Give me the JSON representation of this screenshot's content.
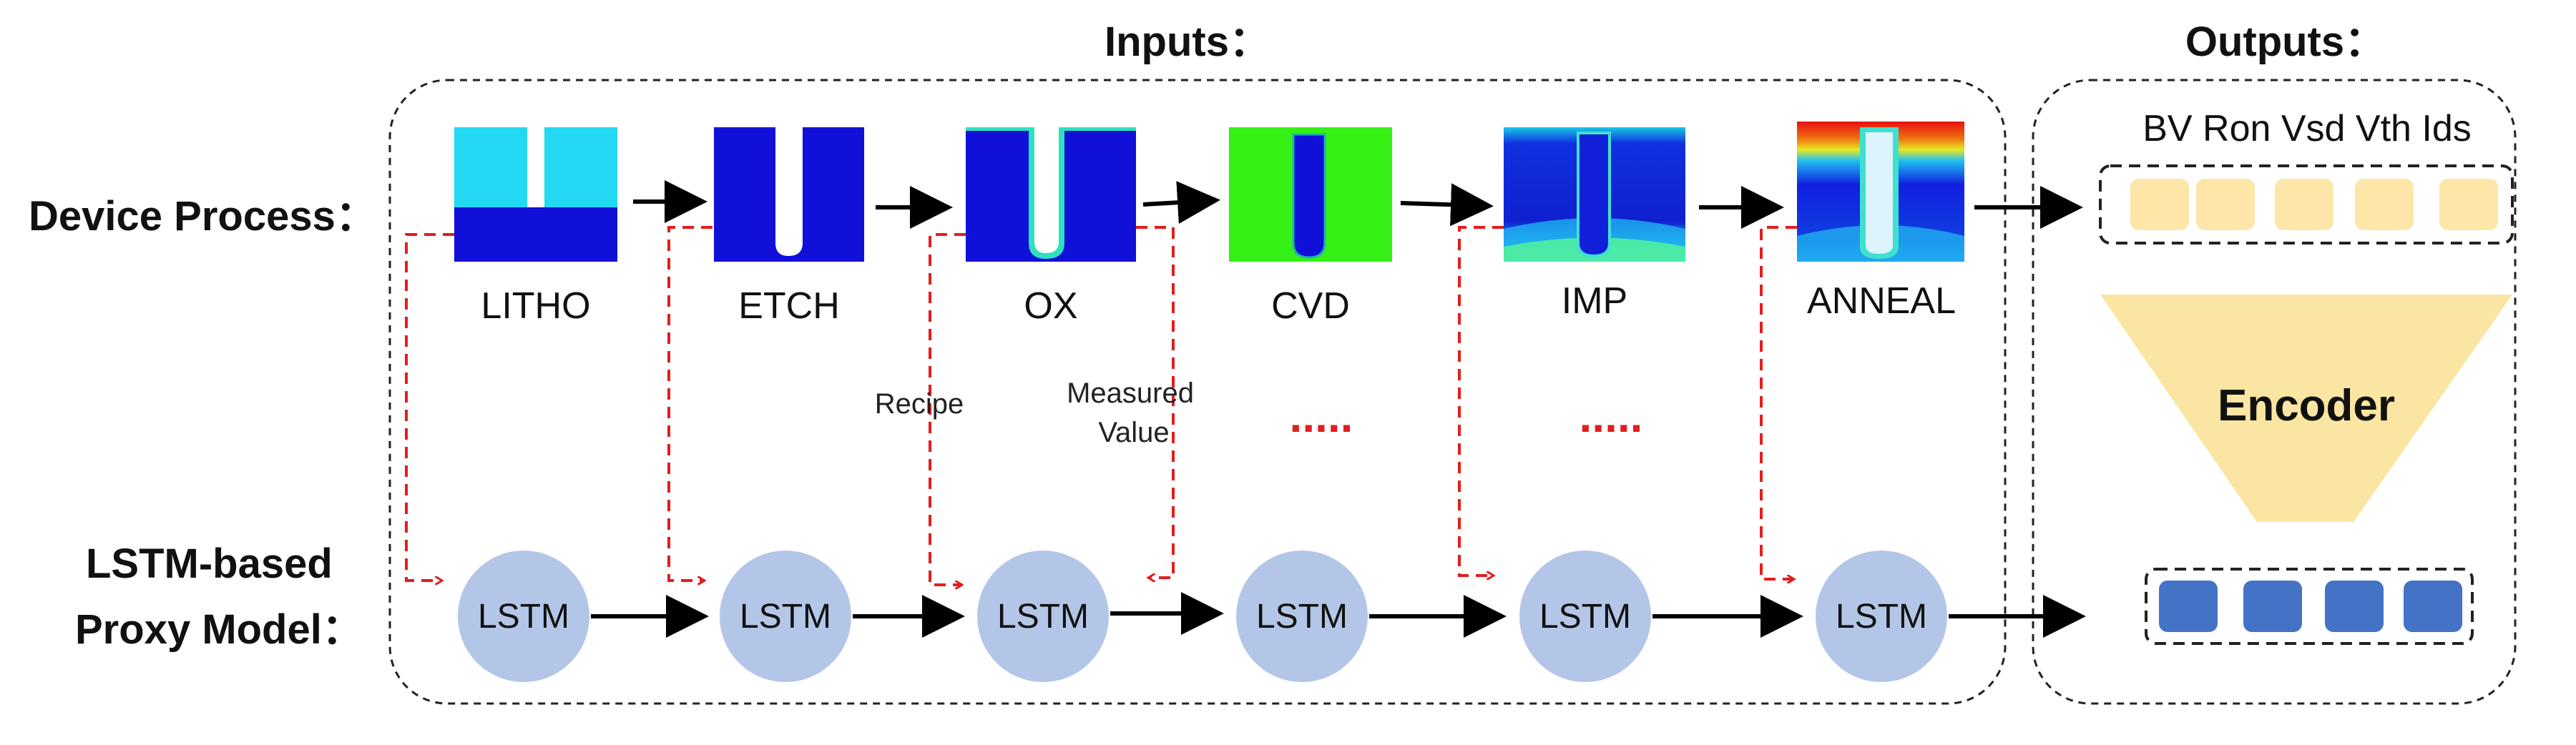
{
  "headers": {
    "inputs": "Inputs：",
    "outputs": "Outputs："
  },
  "row_labels": {
    "device_process": "Device Process：",
    "proxy_model_line1": "LSTM-based",
    "proxy_model_line2": "Proxy Model："
  },
  "steps": [
    {
      "label": "LITHO"
    },
    {
      "label": "ETCH"
    },
    {
      "label": "OX"
    },
    {
      "label": "CVD"
    },
    {
      "label": "IMP"
    },
    {
      "label": "ANNEAL"
    }
  ],
  "lstm_cell_label": "LSTM",
  "annotations": {
    "recipe": "Recipe",
    "measured_line1": "Measured",
    "measured_line2": "Value",
    "ellipsis": "....."
  },
  "outputs": {
    "metrics_line": "BV Ron Vsd Vth Ids",
    "encoder": "Encoder"
  },
  "colors": {
    "light_cyan": "#22d8f2",
    "dark_blue": "#1010d8",
    "green": "#35f015",
    "lstm_fill": "#b4c6e7",
    "feature_fill": "#fde6a8",
    "encoder_fill": "#fae6a2",
    "latent_fill": "#4472c4",
    "red_dashed": "#e41d1d"
  }
}
